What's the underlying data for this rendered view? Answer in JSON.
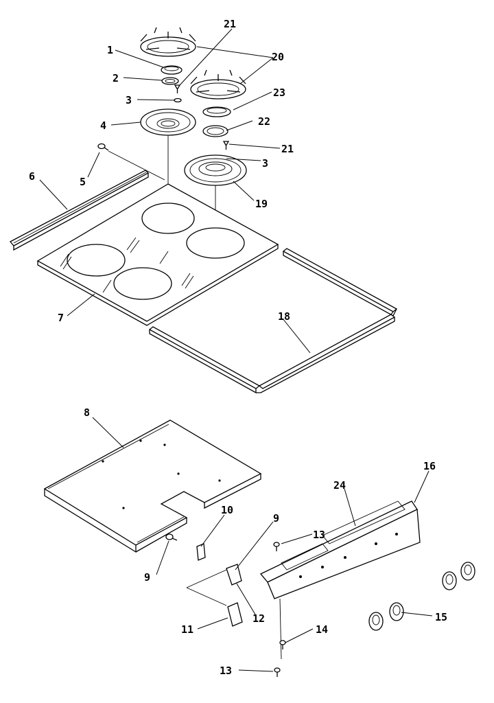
{
  "callouts": {
    "c1": "1",
    "c2": "2",
    "c3a": "3",
    "c3b": "3",
    "c4": "4",
    "c5": "5",
    "c6": "6",
    "c7": "7",
    "c8": "8",
    "c9a": "9",
    "c9b": "9",
    "c10": "10",
    "c11": "11",
    "c12": "12",
    "c13a": "13",
    "c13b": "13",
    "c14": "14",
    "c15": "15",
    "c16": "16",
    "c18": "18",
    "c19": "19",
    "c20": "20",
    "c21a": "21",
    "c21b": "21",
    "c22": "22",
    "c23": "23",
    "c24": "24"
  }
}
